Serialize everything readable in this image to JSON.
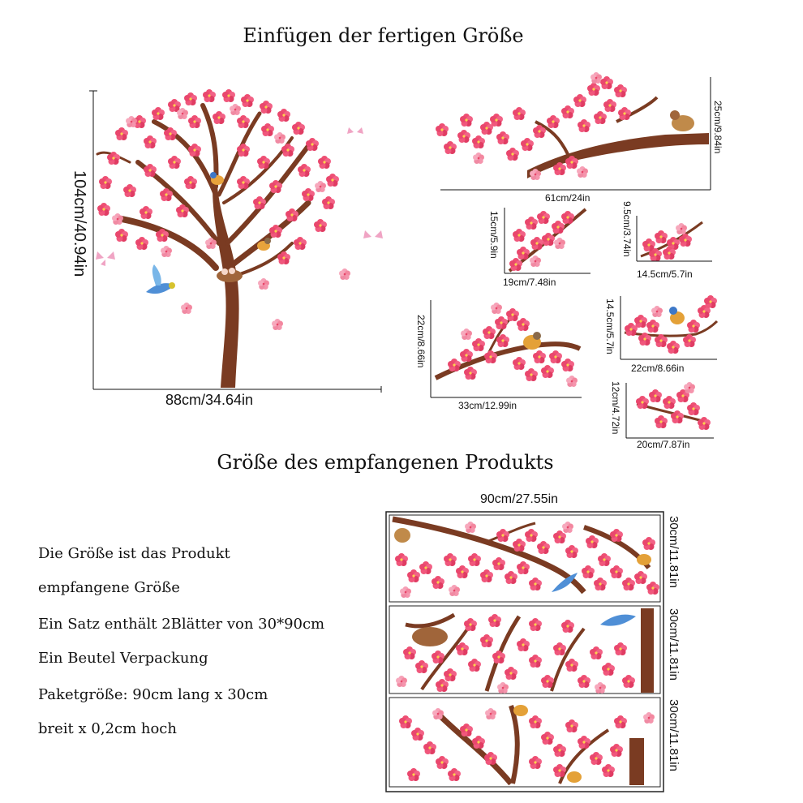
{
  "headings": {
    "finished_size": "Einfügen der fertigen Größe",
    "received_size": "Größe des empfangenen Produkts"
  },
  "tree": {
    "height_label": "104cm/40.94in",
    "width_label": "88cm/34.64in"
  },
  "branches": [
    {
      "id": "large-branch",
      "width_label": "61cm/24in",
      "height_label": "25cm/9.84in"
    },
    {
      "id": "branch-2",
      "width_label": "19cm/7.48in",
      "height_label": "15cm/5.9in"
    },
    {
      "id": "branch-3",
      "width_label": "14.5cm/5.7in",
      "height_label": "9.5cm/3.74in"
    },
    {
      "id": "branch-4",
      "width_label": "33cm/12.99in",
      "height_label": "22cm/8.66in"
    },
    {
      "id": "branch-5",
      "width_label": "22cm/8.66in",
      "height_label": "14.5cm/5.7in"
    },
    {
      "id": "branch-6",
      "width_label": "20cm/7.87in",
      "height_label": "12cm/4.72in"
    }
  ],
  "product": {
    "sheet_width_label": "90cm/27.55in",
    "sheet_heights": [
      "30cm/11.81in",
      "30cm/11.81in",
      "30cm/11.81in"
    ]
  },
  "description": [
    "Die Größe ist das Produkt",
    "empfangene Größe",
    "Ein Satz enthält 2Blätter von 30*90cm",
    "Ein Beutel Verpackung",
    "Paketgröße: 90cm lang x 30cm",
    "breit x 0,2cm hoch"
  ],
  "colors": {
    "blossom": "#e8446b",
    "blossom_light": "#f48aa4",
    "trunk": "#7a3b22",
    "bird_blue": "#4f8fd6",
    "bird_orange": "#d9902e"
  }
}
